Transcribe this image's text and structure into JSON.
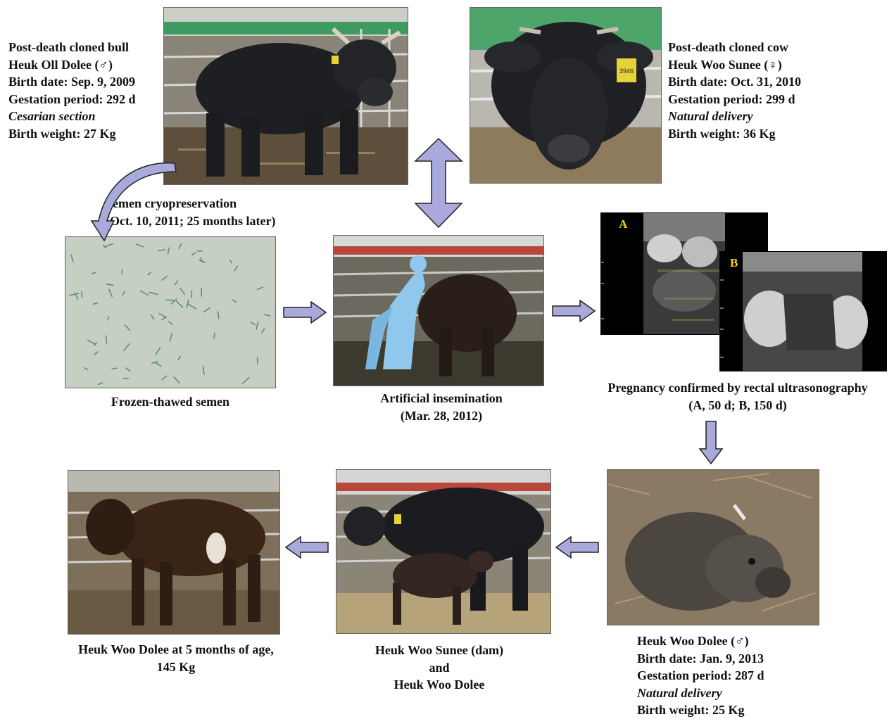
{
  "bull": {
    "lines": [
      "Post-death cloned bull",
      "Heuk Oll Dolee (♂)",
      "Birth date: Sep. 9, 2009",
      "Gestation period: 292 d",
      "Cesarian section",
      "Birth weight: 27 Kg"
    ],
    "photo_icon": "black-bull-photo"
  },
  "cow": {
    "lines": [
      "Post-death cloned cow",
      "Heuk Woo Sunee (♀)",
      "Birth date: Oct. 31, 2010",
      "Gestation period: 299 d",
      "Natural delivery",
      "Birth weight: 36 Kg"
    ],
    "photo_icon": "black-cow-photo",
    "ear_tag": "3946"
  },
  "semen_cryo": {
    "lines": [
      "Semen cryopreservation",
      "(Oct. 10, 2011; 25 months later)"
    ]
  },
  "frozen_semen": {
    "caption": "Frozen-thawed semen"
  },
  "insemination": {
    "lines": [
      "Artificial insemination",
      "(Mar. 28, 2012)"
    ]
  },
  "ultrasound": {
    "label_a": "A",
    "label_b": "B",
    "lines": [
      "Pregnancy confirmed by rectal ultrasonography",
      "(A, 50 d; B, 150 d)"
    ]
  },
  "calf": {
    "lines": [
      "Heuk Woo Dolee (♂)",
      "Birth date: Jan. 9, 2013",
      "Gestation period: 287 d",
      "Natural delivery",
      "Birth weight: 25 Kg"
    ]
  },
  "dam_calf": {
    "lines": [
      "Heuk Woo Sunee (dam)",
      "and",
      "Heuk Woo Dolee"
    ]
  },
  "five_months": {
    "lines": [
      "Heuk Woo Dolee at 5 months of age,",
      "145 Kg"
    ]
  },
  "colors": {
    "arrow_fill": "#a9a9dc",
    "arrow_stroke": "#222222",
    "label_yellow": "#ffd800"
  }
}
